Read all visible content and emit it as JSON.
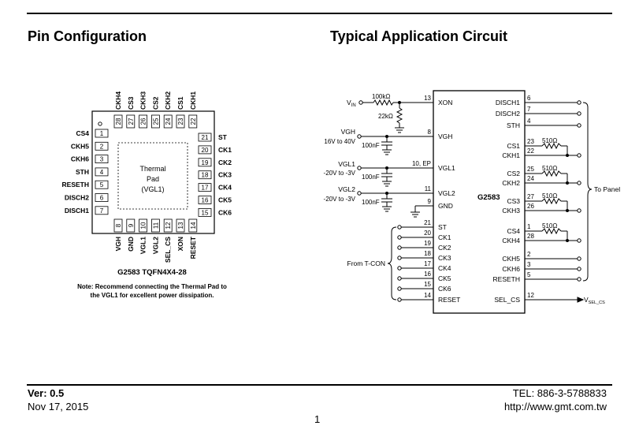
{
  "sections": {
    "left_title": "Pin Configuration",
    "right_title": "Typical Application Circuit"
  },
  "package": {
    "name": "G2583  TQFN4X4-28",
    "thermal_pad": [
      "Thermal",
      "Pad",
      "(VGL1)"
    ],
    "note_line1": "Note: Recommend connecting the Thermal Pad to",
    "note_line2": "the VGL1 for excellent power dissipation.",
    "left_pins": [
      {
        "num": "1",
        "name": "CS4"
      },
      {
        "num": "2",
        "name": "CKH5"
      },
      {
        "num": "3",
        "name": "CKH6"
      },
      {
        "num": "4",
        "name": "STH"
      },
      {
        "num": "5",
        "name": "RESETH"
      },
      {
        "num": "6",
        "name": "DISCH2"
      },
      {
        "num": "7",
        "name": "DISCH1"
      }
    ],
    "bottom_pins": [
      {
        "num": "8",
        "name": "VGH"
      },
      {
        "num": "9",
        "name": "GND"
      },
      {
        "num": "10",
        "name": "VGL1"
      },
      {
        "num": "11",
        "name": "VGL2"
      },
      {
        "num": "12",
        "name": "SEL_CS"
      },
      {
        "num": "13",
        "name": "XON"
      },
      {
        "num": "14",
        "name": "RESET"
      }
    ],
    "right_pins": [
      {
        "num": "21",
        "name": "ST"
      },
      {
        "num": "20",
        "name": "CK1"
      },
      {
        "num": "19",
        "name": "CK2"
      },
      {
        "num": "18",
        "name": "CK3"
      },
      {
        "num": "17",
        "name": "CK4"
      },
      {
        "num": "16",
        "name": "CK5"
      },
      {
        "num": "15",
        "name": "CK6"
      }
    ],
    "top_pins": [
      {
        "num": "28",
        "name": "CKH4"
      },
      {
        "num": "27",
        "name": "CS3"
      },
      {
        "num": "26",
        "name": "CKH3"
      },
      {
        "num": "25",
        "name": "CS2"
      },
      {
        "num": "24",
        "name": "CKH2"
      },
      {
        "num": "23",
        "name": "CS1"
      },
      {
        "num": "22",
        "name": "CKH1"
      }
    ]
  },
  "circuit": {
    "chip": "G2583",
    "vin": "V",
    "vin_sub": "IN",
    "r100k": "100kΩ",
    "r22k": "22kΩ",
    "vgh": "VGH",
    "vgh_range": "16V to 40V",
    "vgl1": "VGL1",
    "vgl1_range": "-20V to -3V",
    "vgl2": "VGL2",
    "vgl2_range": "-20V to -3V",
    "cap": "100nF",
    "r510": "510Ω",
    "from_tcon": "From T-CON",
    "to_panel": "To Panel",
    "vsel": "V",
    "vsel_sub": "SEL_CS",
    "left_pins": [
      {
        "num": "13",
        "name": "XON"
      },
      {
        "num": "8",
        "name": "VGH"
      },
      {
        "num": "10, EP",
        "name": "VGL1"
      },
      {
        "num": "11",
        "name": "VGL2"
      },
      {
        "num": "9",
        "name": "GND"
      },
      {
        "num": "21",
        "name": "ST"
      },
      {
        "num": "20",
        "name": "CK1"
      },
      {
        "num": "19",
        "name": "CK2"
      },
      {
        "num": "18",
        "name": "CK3"
      },
      {
        "num": "17",
        "name": "CK4"
      },
      {
        "num": "16",
        "name": "CK5"
      },
      {
        "num": "15",
        "name": "CK6"
      },
      {
        "num": "14",
        "name": "RESET"
      }
    ],
    "right_pins": [
      {
        "num": "6",
        "name": "DISCH1"
      },
      {
        "num": "7",
        "name": "DISCH2"
      },
      {
        "num": "4",
        "name": "STH"
      },
      {
        "num": "23",
        "name": "CS1"
      },
      {
        "num": "22",
        "name": "CKH1"
      },
      {
        "num": "25",
        "name": "CS2"
      },
      {
        "num": "24",
        "name": "CKH2"
      },
      {
        "num": "27",
        "name": "CS3"
      },
      {
        "num": "26",
        "name": "CKH3"
      },
      {
        "num": "1",
        "name": "CS4"
      },
      {
        "num": "28",
        "name": "CKH4"
      },
      {
        "num": "2",
        "name": "CKH5"
      },
      {
        "num": "3",
        "name": "CKH6"
      },
      {
        "num": "5",
        "name": "RESETH"
      },
      {
        "num": "12",
        "name": "SEL_CS"
      }
    ]
  },
  "footer": {
    "version": "Ver: 0.5",
    "date": "Nov 17, 2015",
    "tel": "TEL: 886-3-5788833",
    "url": "http://www.gmt.com.tw",
    "page": "1"
  }
}
